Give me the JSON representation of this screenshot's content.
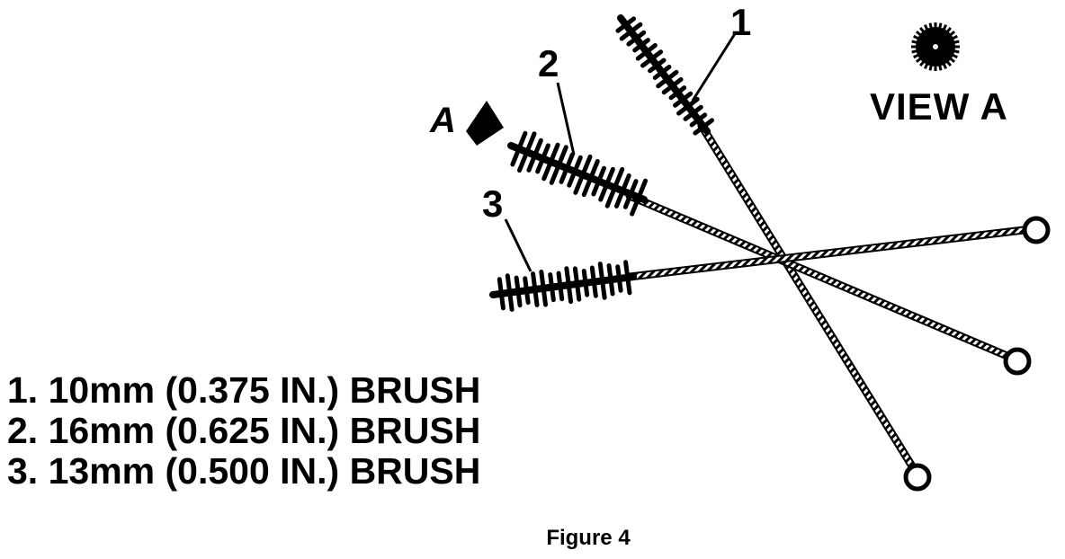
{
  "callouts": {
    "brush_1": "1",
    "brush_2": "2",
    "brush_3": "3",
    "view_arrow": "A"
  },
  "view_label": "VIEW A",
  "legend": [
    "1. 10mm (0.375 IN.) BRUSH",
    "2. 16mm (0.625 IN.) BRUSH",
    "3. 13mm (0.500 IN.) BRUSH"
  ],
  "caption": "Figure 4",
  "colors": {
    "ink": "#000000",
    "paper": "#ffffff"
  }
}
